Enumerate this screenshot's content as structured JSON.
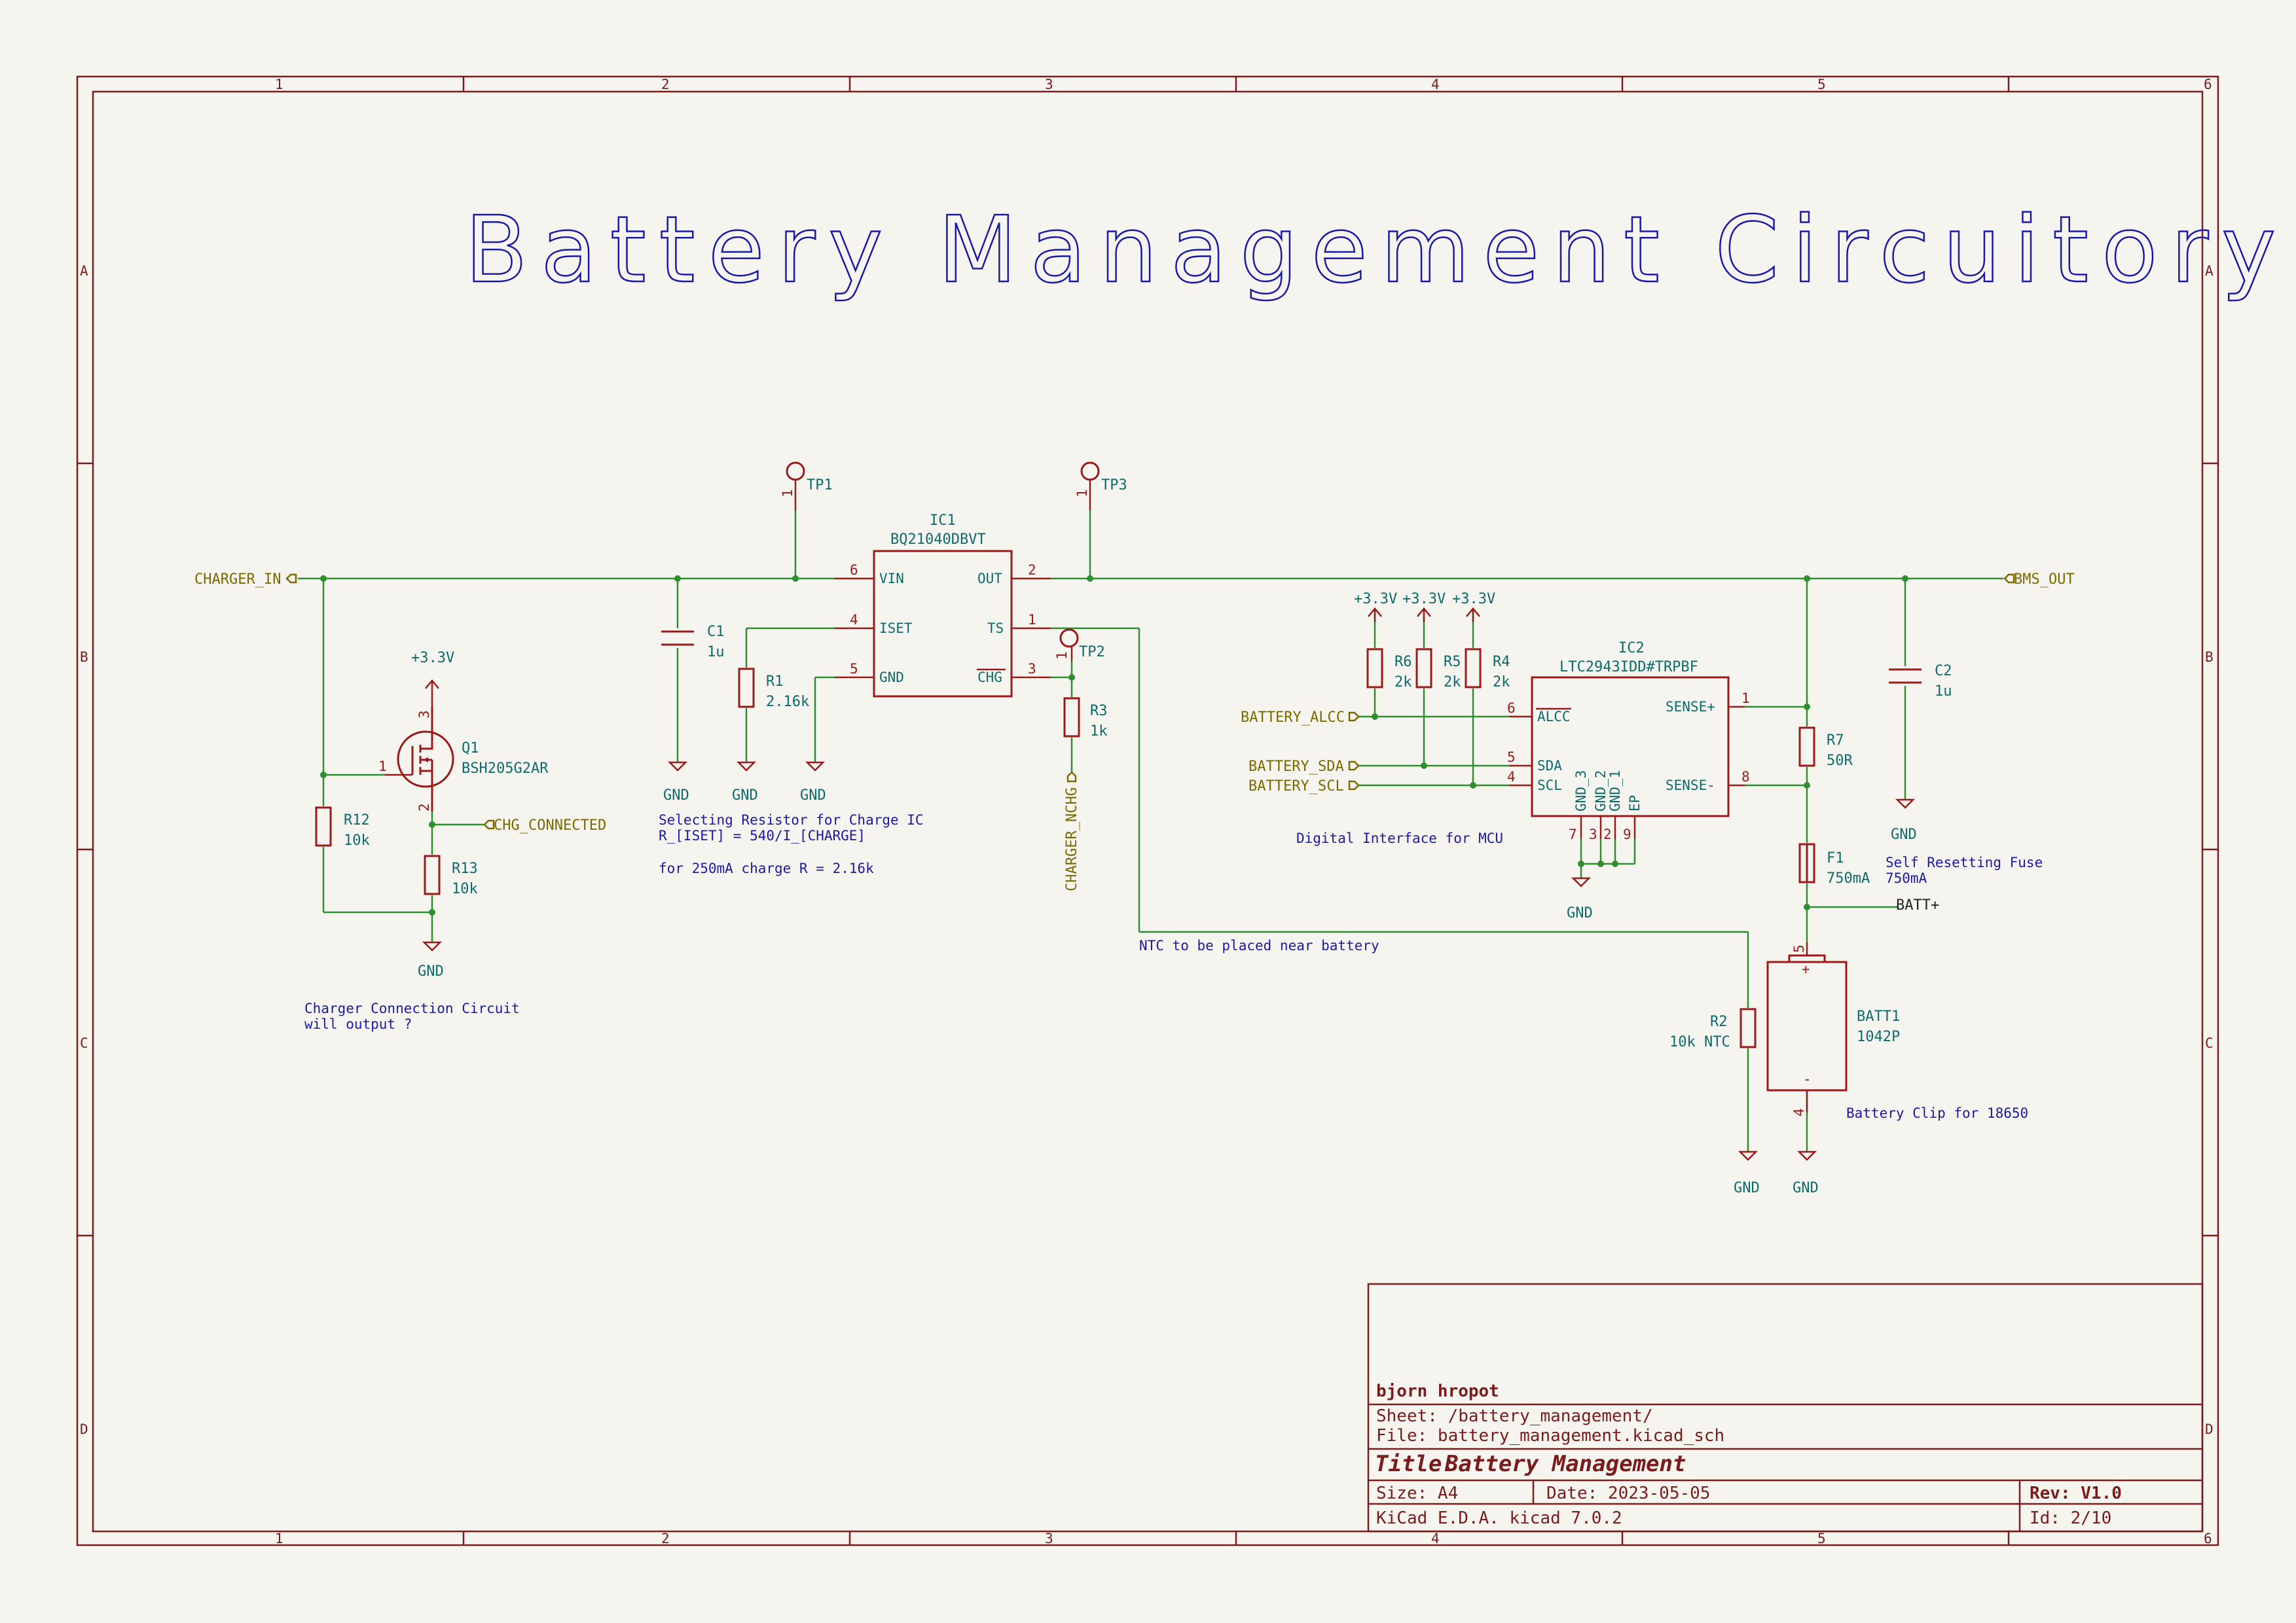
{
  "title": "Battery Management Circuitory",
  "border": {
    "cols": [
      "1",
      "2",
      "3",
      "4",
      "5",
      "6"
    ],
    "rows": [
      "A",
      "B",
      "C",
      "D"
    ]
  },
  "nets": {
    "charger_in": "CHARGER_IN",
    "bms_out": "BMS_OUT",
    "chg_connected": "CHG_CONNECTED",
    "charger_nchg": "CHARGER_NCHG",
    "battery_alcc": "BATTERY_ALCC",
    "battery_sda": "BATTERY_SDA",
    "battery_scl": "BATTERY_SCL",
    "batt_plus": "BATT+",
    "gnd": "GND",
    "v33": "+3.3V"
  },
  "components": {
    "tp1": {
      "ref": "TP1",
      "pin": "1"
    },
    "tp2": {
      "ref": "TP2",
      "pin": "1"
    },
    "tp3": {
      "ref": "TP3",
      "pin": "1"
    },
    "ic1": {
      "ref": "IC1",
      "value": "BQ21040DBVT",
      "pins": {
        "vin": "VIN",
        "iset": "ISET",
        "gnd": "GND",
        "out": "OUT",
        "ts": "TS",
        "chg": "CHG"
      },
      "nums": {
        "vin": "6",
        "iset": "4",
        "gnd": "5",
        "out": "2",
        "ts": "1",
        "chg": "3"
      }
    },
    "ic2": {
      "ref": "IC2",
      "value": "LTC2943IDD#TRPBF",
      "pins": {
        "alcc": "ALCC",
        "sda": "SDA",
        "scl": "SCL",
        "sense_p": "SENSE+",
        "sense_n": "SENSE-",
        "gnd3": "GND_3",
        "gnd2": "GND_2",
        "gnd1": "GND_1",
        "ep": "EP"
      },
      "nums": {
        "alcc": "6",
        "sda": "5",
        "scl": "4",
        "sense_p": "1",
        "sense_n": "8",
        "gnd3": "7",
        "gnd2": "3",
        "gnd1": "2",
        "ep": "9"
      }
    },
    "c1": {
      "ref": "C1",
      "value": "1u"
    },
    "c2": {
      "ref": "C2",
      "value": "1u"
    },
    "r1": {
      "ref": "R1",
      "value": "2.16k"
    },
    "r2": {
      "ref": "R2",
      "value": "10k NTC"
    },
    "r3": {
      "ref": "R3",
      "value": "1k"
    },
    "r4": {
      "ref": "R4",
      "value": "2k"
    },
    "r5": {
      "ref": "R5",
      "value": "2k"
    },
    "r6": {
      "ref": "R6",
      "value": "2k"
    },
    "r7": {
      "ref": "R7",
      "value": "50R"
    },
    "r12": {
      "ref": "R12",
      "value": "10k"
    },
    "r13": {
      "ref": "R13",
      "value": "10k"
    },
    "f1": {
      "ref": "F1",
      "value": "750mA"
    },
    "q1": {
      "ref": "Q1",
      "value": "BSH205G2AR",
      "pins": {
        "g": "1",
        "s": "3",
        "d": "2"
      }
    },
    "batt1": {
      "ref": "BATT1",
      "value": "1042P",
      "pin_plus": "5",
      "pin_minus": "4",
      "plus": "+",
      "minus": "-"
    }
  },
  "notes": {
    "iset_1": "Selecting Resistor for Charge IC",
    "iset_2": "R_[ISET] = 540/I_[CHARGE]",
    "iset_3": "for 250mA charge R = 2.16k",
    "mcu": "Digital Interface for MCU",
    "ntc": "NTC to be placed near battery",
    "fuse_1": "Self Resetting Fuse",
    "fuse_2": "750mA",
    "clip": "Battery Clip for 18650",
    "charger_1": "Charger Connection Circuit",
    "charger_2": "will output ?"
  },
  "title_block": {
    "author": "bjorn hropot",
    "sheet": "Sheet: /battery_management/",
    "file": "File: battery_management.kicad_sch",
    "title_label": "Title:",
    "title": "Battery Management",
    "size": "Size: A4",
    "date": "Date: 2023-05-05",
    "rev": "Rev: V1.0",
    "tool": "KiCad E.D.A.  kicad 7.0.2",
    "id": "Id: 2/10"
  },
  "colors": {
    "wire": "#2f8f2f",
    "component": "#9a1a1a",
    "reference": "#0f6b6b",
    "net_label": "#7a6a00",
    "note": "#1a1aa6",
    "frame": "#7a1c1c",
    "background": "#f5f4ef"
  }
}
